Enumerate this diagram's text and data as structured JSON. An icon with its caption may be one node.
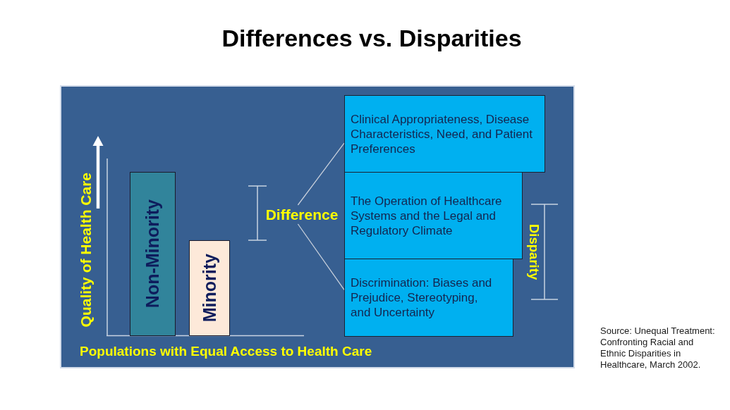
{
  "diagram": {
    "title": "Differences vs. Disparities",
    "nodes": [
      {
        "text": [
          "Non-Minority"
        ]
      },
      {
        "text": [
          "Minority"
        ]
      },
      {
        "text": [
          "Difference"
        ]
      },
      {
        "text": [
          "Clinical Appropriateness, Disease Characteristics, Need, and Patient Preferences"
        ]
      },
      {
        "text": [
          "The Operation of Healthcare Systems and the Legal and Regulatory Climate"
        ]
      },
      {
        "text": [
          "Discrimination: Biases and Prejudice, Stereotyping, and Uncertainty"
        ]
      }
    ],
    "edges": [
      {
        "from": 2,
        "to": 3,
        "arrow": "none"
      },
      {
        "from": 2,
        "to": 5,
        "arrow": "none"
      }
    ],
    "labels": [
      "Quality of Health Care",
      "Disparity",
      "Populations with Equal Access to Health Care"
    ],
    "caption": "Source: Unequal Treatment: Confronting Racial and Ethnic Disparities in Healthcare, March 2002."
  }
}
